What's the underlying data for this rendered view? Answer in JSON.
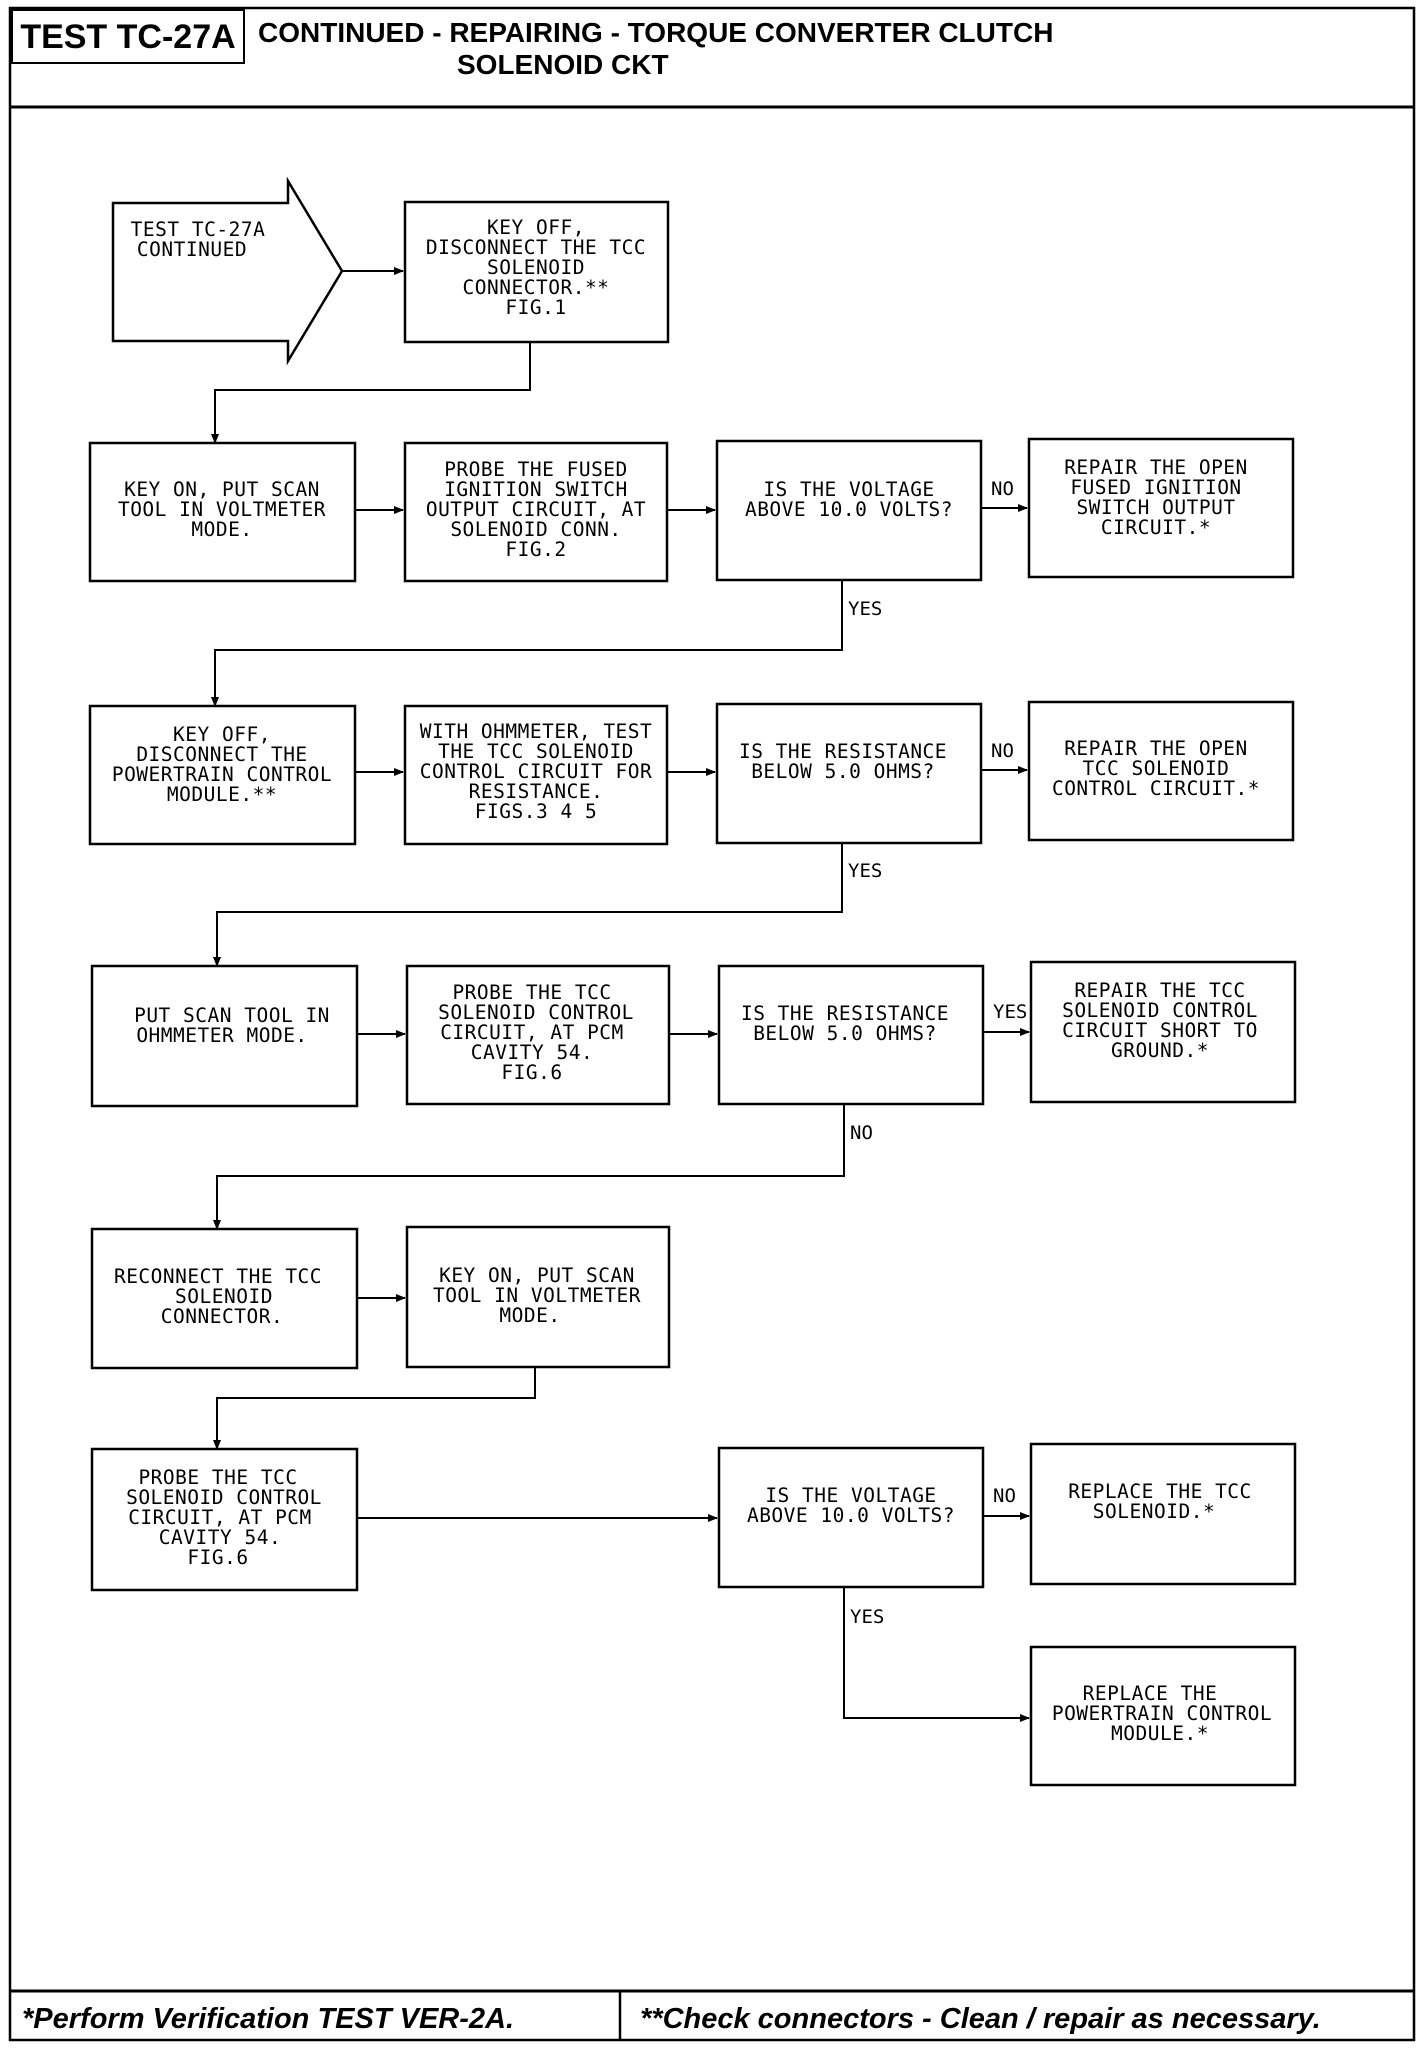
{
  "header": {
    "test_id": "TEST TC-27A",
    "title_line1": "CONTINUED -  REPAIRING - TORQUE CONVERTER CLUTCH",
    "title_line2": "SOLENOID CKT"
  },
  "boxes": {
    "start": [
      "TEST TC-27A",
      "CONTINUED"
    ],
    "b1": [
      "KEY OFF,",
      "DISCONNECT THE TCC",
      "SOLENOID",
      "CONNECTOR.**",
      "FIG.1"
    ],
    "b2": [
      "KEY ON, PUT SCAN",
      "TOOL IN VOLTMETER",
      "MODE."
    ],
    "b3": [
      "PROBE THE FUSED",
      "IGNITION SWITCH",
      "OUTPUT CIRCUIT, AT",
      "SOLENOID CONN.",
      "FIG.2"
    ],
    "d1": [
      "IS THE VOLTAGE",
      "ABOVE 10.0 VOLTS?"
    ],
    "r1": [
      "REPAIR THE OPEN",
      "FUSED IGNITION",
      "SWITCH OUTPUT",
      "CIRCUIT.*"
    ],
    "b4": [
      "KEY OFF,",
      "DISCONNECT THE",
      "POWERTRAIN CONTROL",
      "MODULE.**"
    ],
    "b5": [
      "WITH OHMMETER, TEST",
      "THE TCC SOLENOID",
      "CONTROL CIRCUIT FOR",
      "RESISTANCE.",
      "FIGS.3 4 5"
    ],
    "d2": [
      "IS THE RESISTANCE",
      "BELOW 5.0 OHMS?"
    ],
    "r2": [
      "REPAIR THE OPEN",
      "TCC SOLENOID",
      "CONTROL CIRCUIT.*"
    ],
    "b6": [
      "PUT SCAN TOOL IN",
      "OHMMETER MODE."
    ],
    "b7": [
      "PROBE THE TCC",
      "SOLENOID CONTROL",
      "CIRCUIT, AT PCM",
      "CAVITY 54.",
      "FIG.6"
    ],
    "d3": [
      "IS THE RESISTANCE",
      "BELOW 5.0 OHMS?"
    ],
    "r3": [
      "REPAIR THE TCC",
      "SOLENOID CONTROL",
      "CIRCUIT SHORT TO",
      "GROUND.*"
    ],
    "b8": [
      "RECONNECT THE TCC",
      "SOLENOID",
      "CONNECTOR."
    ],
    "b9": [
      "KEY ON, PUT SCAN",
      "TOOL IN VOLTMETER",
      "MODE."
    ],
    "b10": [
      "PROBE THE TCC",
      "SOLENOID CONTROL",
      "CIRCUIT, AT PCM",
      "CAVITY 54.",
      "FIG.6"
    ],
    "d4": [
      "IS THE VOLTAGE",
      "ABOVE 10.0 VOLTS?"
    ],
    "r4": [
      "REPLACE THE TCC",
      "SOLENOID.*"
    ],
    "r5": [
      "REPLACE THE",
      "POWERTRAIN CONTROL",
      "MODULE.*"
    ]
  },
  "labels": {
    "no1": "NO",
    "yes1": "YES",
    "no2": "NO",
    "yes2": "YES",
    "yes3": "YES",
    "no3": "NO",
    "no4": "NO",
    "yes4": "YES"
  },
  "footer": {
    "left": "*Perform Verification TEST VER-2A.",
    "right": "**Check connectors - Clean / repair as necessary."
  }
}
